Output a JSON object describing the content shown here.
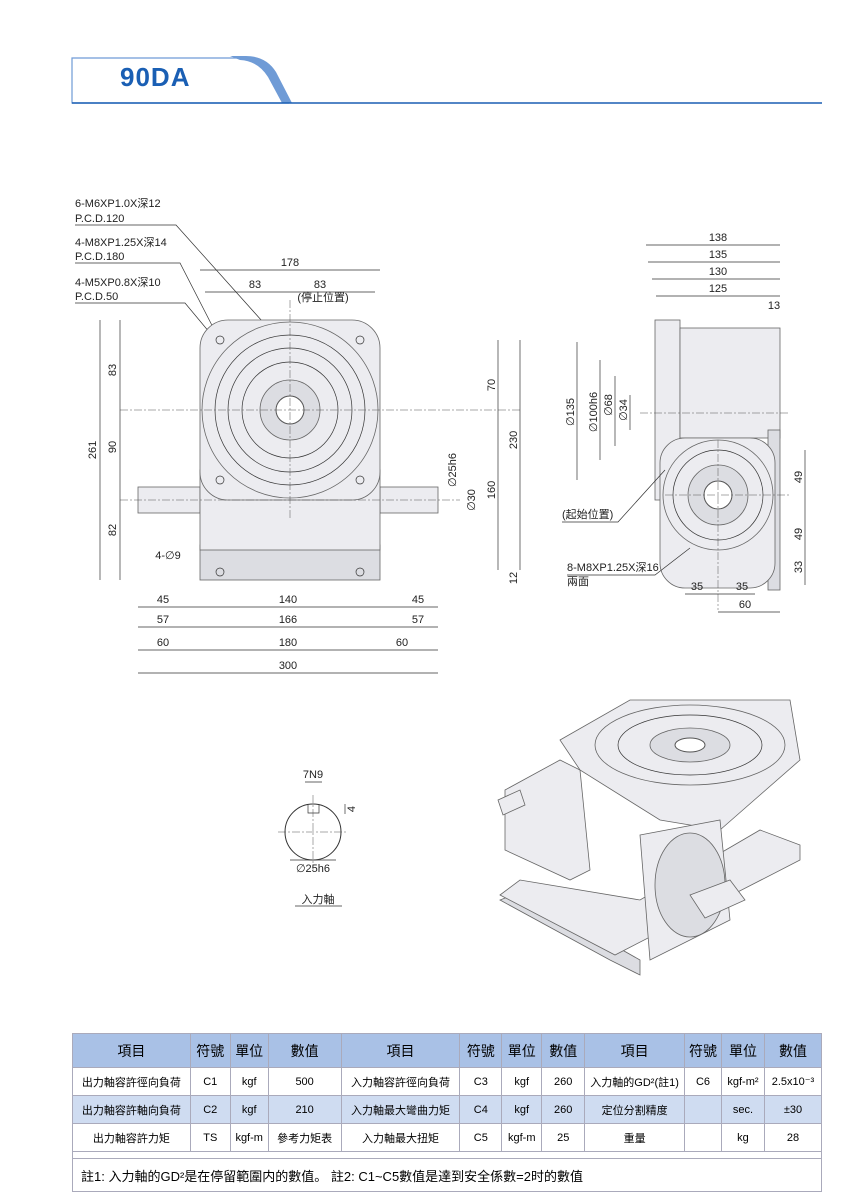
{
  "header": {
    "title": "90DA"
  },
  "callouts": [
    "6-M6XP1.0X深12",
    "P.C.D.120",
    "4-M8XP1.25X深14",
    "P.C.D.180",
    "4-M5XP0.8X深10",
    "P.C.D.50"
  ],
  "front_view": {
    "dims": [
      "178",
      "83",
      "83",
      "(停止位置)",
      "261",
      "83",
      "90",
      "82",
      "70",
      "230",
      "160",
      "∅25h6",
      "∅30",
      "12",
      "4-∅9",
      "45",
      "140",
      "45",
      "57",
      "166",
      "57",
      "60",
      "180",
      "60",
      "300"
    ]
  },
  "side_view": {
    "dims": [
      "138",
      "135",
      "130",
      "125",
      "13",
      "∅135",
      "∅100h6",
      "∅68",
      "∅34",
      "49",
      "49",
      "33",
      "(起始位置)",
      "8-M8XP1.25X深16",
      "兩面",
      "35",
      "35",
      "60"
    ]
  },
  "shaft_detail": {
    "keyway": "7N9",
    "depth": "4",
    "diameter": "∅25h6",
    "label": "入力軸"
  },
  "table": {
    "headers": [
      "項目",
      "符號",
      "單位",
      "數值",
      "項目",
      "符號",
      "單位",
      "數值",
      "項目",
      "符號",
      "單位",
      "數值"
    ],
    "rows": [
      [
        "出力軸容許徑向負荷",
        "C1",
        "kgf",
        "500",
        "入力軸容許徑向負荷",
        "C3",
        "kgf",
        "260",
        "入力軸的GD²(註1)",
        "C6",
        "kgf-m²",
        "2.5x10⁻³"
      ],
      [
        "出力軸容許軸向負荷",
        "C2",
        "kgf",
        "210",
        "入力軸最大彎曲力矩",
        "C4",
        "kgf",
        "260",
        "定位分割精度",
        "",
        "sec.",
        "±30"
      ],
      [
        "出力軸容許力矩",
        "TS",
        "kgf-m",
        "參考力矩表",
        "入力軸最大扭矩",
        "C5",
        "kgf-m",
        "25",
        "重量",
        "",
        "kg",
        "28"
      ]
    ],
    "note": "註1: 入力軸的GD²是在停留範圍内的數值。 註2: C1~C5數值是達到安全係數=2时的數值"
  },
  "colors": {
    "accent": "#1a5fb4",
    "header_band": "#6f9bd6",
    "table_header": "#a9c1e6",
    "table_alt": "#cfdcf1"
  }
}
